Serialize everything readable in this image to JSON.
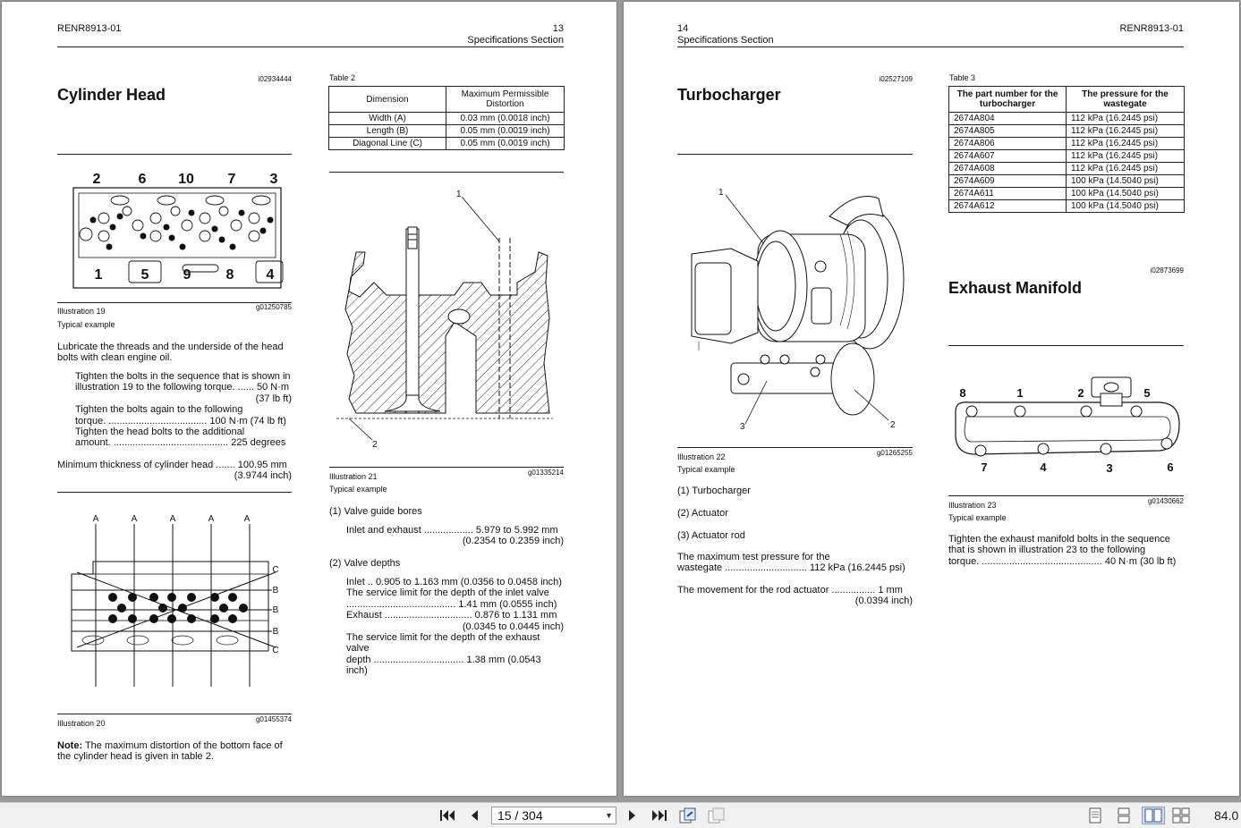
{
  "left_page": {
    "doc_id": "RENR8913-01",
    "page_number": "13",
    "section": "Specifications Section",
    "title": "Cylinder Head",
    "ref_id": "i02934444",
    "illus19": {
      "caption": "Illustration 19",
      "code": "g01250785",
      "subcaption": "Typical example",
      "labels_top": [
        "2",
        "6",
        "10",
        "7",
        "3"
      ],
      "labels_bottom": [
        "1",
        "5",
        "9",
        "8",
        "4"
      ]
    },
    "lubricate_text": "Lubricate the threads and the underside of the head bolts with clean engine oil.",
    "steps": {
      "s1_line1": "Tighten the bolts in the sequence that is shown in",
      "s1_line2": "illustration 19 to the following torque. ...... 50 N·m",
      "s1_line3": "(37 lb ft)",
      "s2_line1": "Tighten the bolts again to the following",
      "s2_line2": "torque. .................................... 100 N·m (74 lb ft)",
      "s3_line1": "Tighten the head bolts to the additional",
      "s3_line2": "amount. .......................................... 225 degrees"
    },
    "min_thickness": {
      "line1": "Minimum thickness of cylinder head ....... 100.95 mm",
      "line2": "(3.9744 inch)"
    },
    "illus20": {
      "caption": "Illustration 20",
      "code": "g01455374",
      "labels_a": [
        "A",
        "A",
        "A",
        "A",
        "A"
      ],
      "labels_right": [
        "C",
        "B",
        "B",
        "B",
        "C"
      ]
    },
    "note": {
      "label": "Note:",
      "text": " The maximum distortion of the bottom face of the cylinder head is given in table 2."
    },
    "table2": {
      "caption": "Table 2",
      "headers": [
        "Dimension",
        "Maximum Permissible Distortion"
      ],
      "rows": [
        [
          "Width (A)",
          "0.03 mm (0.0018 inch)"
        ],
        [
          "Length (B)",
          "0.05 mm (0.0019 inch)"
        ],
        [
          "Diagonal Line (C)",
          "0.05 mm (0.0019 inch)"
        ]
      ]
    },
    "illus21": {
      "caption": "Illustration 21",
      "code": "g01335214",
      "subcaption": "Typical example",
      "callout1": "1",
      "callout2": "2"
    },
    "valve_guide": {
      "heading": "(1)  Valve guide bores",
      "line1": "Inlet and exhaust .................. 5.979 to 5.992 mm",
      "line2": "(0.2354 to 0.2359 inch)"
    },
    "valve_depths": {
      "heading": "(2)  Valve depths",
      "l1": "Inlet .. 0.905 to 1.163 mm (0.0356 to 0.0458 inch)",
      "l2": "The service limit for the depth of the inlet valve",
      "l3": "........................................ 1.41 mm (0.0555 inch)",
      "l4": "Exhaust ................................ 0.876 to 1.131 mm",
      "l5": "(0.0345 to 0.0445 inch)",
      "l6": "The service limit for the depth of the exhaust valve",
      "l7": "depth ................................. 1.38 mm (0.0543 inch)"
    }
  },
  "right_page": {
    "doc_id": "RENR8913-01",
    "page_number": "14",
    "section": "Specifications Section",
    "title": "Turbocharger",
    "ref_id": "i02527109",
    "illus22": {
      "caption": "Illustration 22",
      "code": "g01265255",
      "subcaption": "Typical example",
      "callouts": [
        "1",
        "2",
        "3"
      ]
    },
    "items": [
      "(1)  Turbocharger",
      "(2)  Actuator",
      "(3)  Actuator rod"
    ],
    "test_pressure": {
      "line1": "The maximum test pressure for the",
      "line2": "wastegate .............................. 112 kPa (16.2445 psi)"
    },
    "rod_movement": {
      "line1": "The movement for the rod actuator ................ 1 mm",
      "line2": "(0.0394 inch)"
    },
    "table3": {
      "caption": "Table 3",
      "headers": [
        "The part number for the turbocharger",
        "The pressure for the wastegate"
      ],
      "rows": [
        [
          "2674A804",
          "112 kPa (16.2445 psi)"
        ],
        [
          "2674A805",
          "112 kPa (16.2445 psi)"
        ],
        [
          "2674A806",
          "112 kPa (16.2445 psi)"
        ],
        [
          "2674A607",
          "112 kPa (16.2445 psi)"
        ],
        [
          "2674A608",
          "112 kPa (16.2445 psi)"
        ],
        [
          "2674A609",
          "100 kPa (14.5040 psi)"
        ],
        [
          "2674A611",
          "100 kPa (14.5040 psi)"
        ],
        [
          "2674A612",
          "100 kPa (14.5040 psi)"
        ]
      ]
    },
    "manifold": {
      "ref_id": "i02873699",
      "title": "Exhaust Manifold",
      "illus23": {
        "caption": "Illustration 23",
        "code": "g01430662",
        "subcaption": "Typical example",
        "labels_top": [
          "8",
          "1",
          "2",
          "5"
        ],
        "labels_bottom": [
          "7",
          "4",
          "3",
          "6"
        ]
      },
      "text": "Tighten the exhaust manifold bolts in the sequence that is shown in illustration 23 to the following",
      "torque": "torque. ............................................ 40 N·m (30 lb ft)"
    }
  },
  "toolbar": {
    "page_field": "15 / 304",
    "zoom": "84.0"
  }
}
